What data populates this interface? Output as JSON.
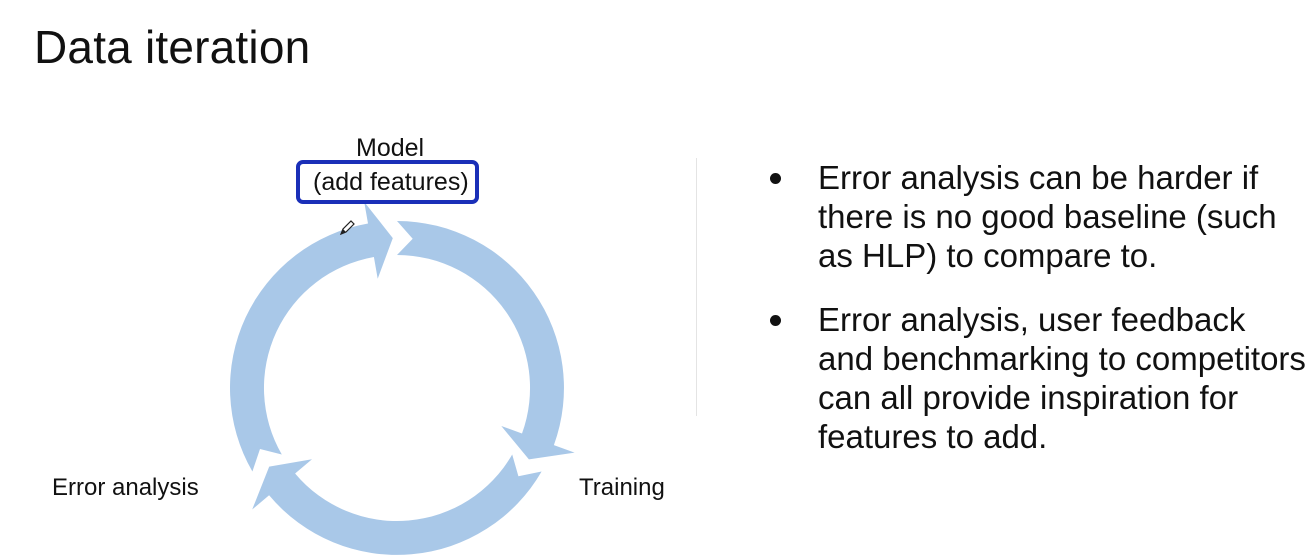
{
  "slide": {
    "title": "Data iteration"
  },
  "diagram": {
    "nodes": {
      "model": "Model",
      "model_detail": "(add features)",
      "training": "Training",
      "error_analysis": "Error analysis"
    },
    "arrow_color": "#a9c8e8",
    "highlight_color": "#1a2fb8"
  },
  "bullets": [
    "Error analysis can be harder if there is no good baseline (such as HLP) to compare to.",
    "Error analysis, user feedback and benchmarking to competitors can all provide inspiration for features to add."
  ]
}
